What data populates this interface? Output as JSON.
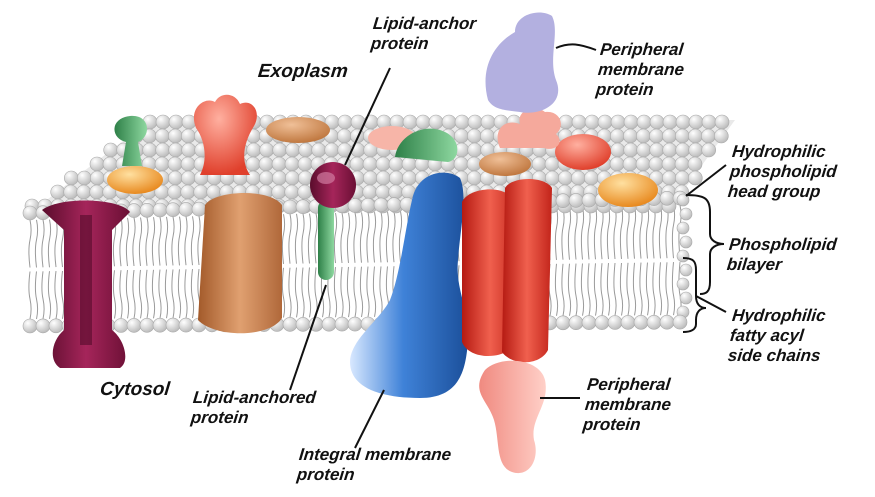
{
  "labels": {
    "exoplasm": "Exoplasm",
    "cytosol": "Cytosol",
    "lipid_anchor_protein": "Lipid-anchor\nprotein",
    "peripheral_top": "Peripheral\nmembrane\nprotein",
    "hydrophilic_head": "Hydrophilic\nphospholipid\nhead group",
    "bilayer": "Phospholipid\nbilayer",
    "hydrophilic_tails": "Hydrophilic\nfatty acyl\nside chains",
    "peripheral_bottom": "Peripheral\nmembrane\nprotein",
    "integral": "Integral membrane\nprotein",
    "lipid_anchored": "Lipid-anchored\nprotein"
  },
  "colors": {
    "head": "#e4e4e4",
    "tail": "#9a9a9a",
    "maroon": "#8d1745",
    "brown": "#c87a47",
    "blue": "#2e6cc4",
    "red": "#e8372c",
    "salmon": "#f5a39c",
    "lavender": "#b3b0e0",
    "green": "#3a9a56",
    "orange": "#f0a23c"
  }
}
